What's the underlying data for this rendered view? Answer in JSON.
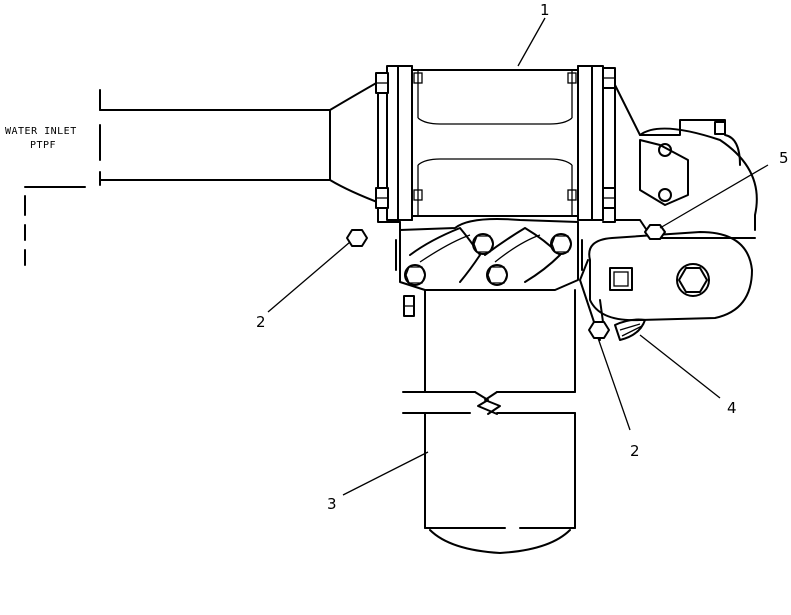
{
  "inlet_label": {
    "line1": "WATER INLET",
    "line2": "PTPF"
  },
  "callouts": [
    {
      "id": "c1",
      "text": "1"
    },
    {
      "id": "c2a",
      "text": "2"
    },
    {
      "id": "c2b",
      "text": "2"
    },
    {
      "id": "c3",
      "text": "3"
    },
    {
      "id": "c4",
      "text": "4"
    },
    {
      "id": "c5",
      "text": "5"
    }
  ]
}
